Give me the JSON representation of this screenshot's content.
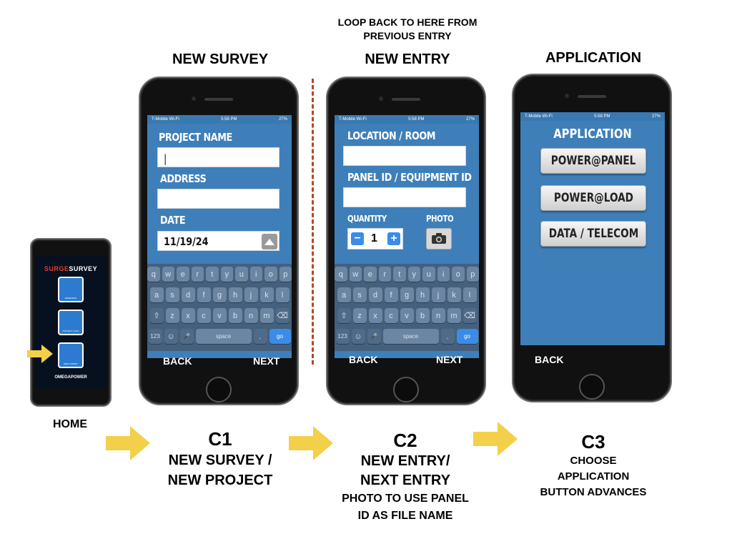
{
  "top_note": "LOOP BACK TO HERE FROM PREVIOUS ENTRY",
  "headings": {
    "new_survey": "NEW SURVEY",
    "new_entry": "NEW ENTRY",
    "application": "APPLICATION",
    "home": "HOME"
  },
  "home_phone": {
    "logo_surge": "SURGE",
    "logo_survey": "SURVEY",
    "icons": [
      "RESEARCH",
      "PROJECT FILES",
      "NEW SURVEY"
    ],
    "footer_logo": "OMEGAPOWER"
  },
  "status_bar": {
    "carrier": "T-Mobile Wi-Fi",
    "time": "5:58 PM",
    "battery": "27%"
  },
  "c1_screen": {
    "project_label": "PROJECT NAME",
    "project_value": "|",
    "address_label": "ADDRESS",
    "date_label": "DATE",
    "date_value": "11/19/24",
    "back": "BACK",
    "next": "NEXT"
  },
  "c2_screen": {
    "location_label": "LOCATION / ROOM",
    "panel_label": "PANEL ID / EQUIPMENT ID",
    "quantity_label": "QUANTITY",
    "quantity_value": "1",
    "minus": "−",
    "plus": "+",
    "photo_label": "PHOTO",
    "back": "BACK",
    "next": "NEXT"
  },
  "c3_screen": {
    "title": "APPLICATION",
    "buttons": [
      "POWER@PANEL",
      "POWER@LOAD",
      "DATA / TELECOM"
    ],
    "back": "BACK"
  },
  "keyboard": {
    "row1": [
      "q",
      "w",
      "e",
      "r",
      "t",
      "y",
      "u",
      "i",
      "o",
      "p"
    ],
    "row2": [
      "a",
      "s",
      "d",
      "f",
      "g",
      "h",
      "j",
      "k",
      "l"
    ],
    "row3": [
      "⇧",
      "z",
      "x",
      "c",
      "v",
      "b",
      "n",
      "m",
      "⌫"
    ],
    "row4": [
      "123",
      "☺",
      "🎤",
      "space",
      ".",
      "go"
    ]
  },
  "captions": {
    "c1_id": "C1",
    "c1_line1": "NEW SURVEY /",
    "c1_line2": "NEW PROJECT",
    "c2_id": "C2",
    "c2_line1": "NEW ENTRY/",
    "c2_line2": "NEXT ENTRY",
    "c2_line3": "PHOTO TO USE PANEL",
    "c2_line4": "ID AS FILE NAME",
    "c3_id": "C3",
    "c3_line1": "CHOOSE",
    "c3_line2": "APPLICATION",
    "c3_line3": "BUTTON ADVANCES"
  },
  "colors": {
    "screen_blue": "#3e7fb9",
    "arrow_yellow": "#f2d04a",
    "loop_line": "#b8452b"
  }
}
